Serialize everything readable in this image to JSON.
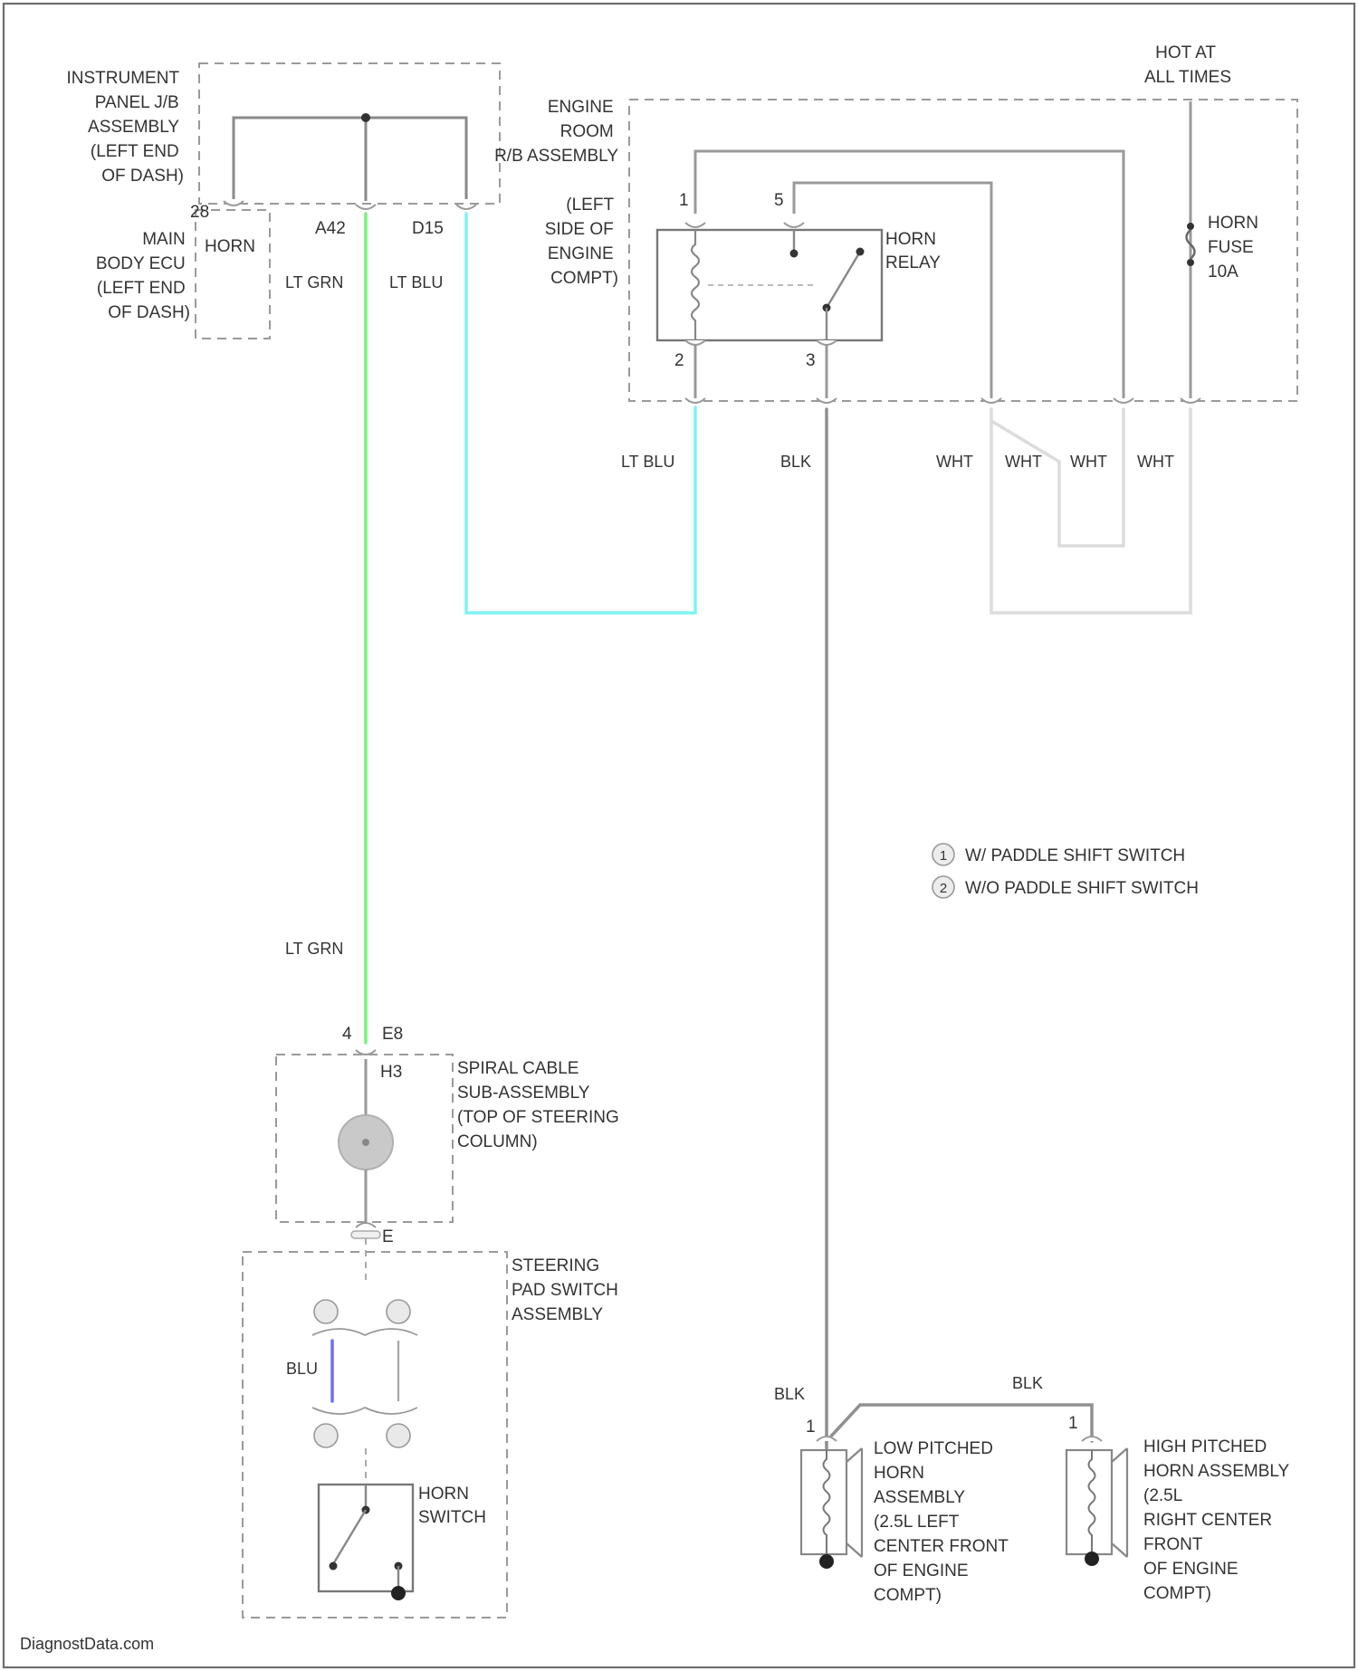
{
  "colors": {
    "lt_grn": "#7cf07c",
    "lt_blu": "#7ff3f3",
    "blk": "#909090",
    "wht": "#dcdcdc",
    "blu": "#6f6ff5",
    "outline": "#777777"
  },
  "labels": {
    "instrument_panel": [
      "INSTRUMENT",
      "PANEL J/B",
      "ASSEMBLY",
      "(LEFT END",
      "OF DASH)"
    ],
    "main_body_ecu": [
      "MAIN",
      "BODY ECU",
      "(LEFT END",
      "OF DASH)"
    ],
    "horn_tag": "HORN",
    "engine_room_rb": [
      "ENGINE",
      "ROOM",
      "R/B ASSEMBLY"
    ],
    "engine_room_location": [
      "(LEFT",
      "SIDE OF",
      "ENGINE",
      "COMPT)"
    ],
    "hot_at_all_times": [
      "HOT AT",
      "ALL TIMES"
    ],
    "horn_relay": [
      "HORN",
      "RELAY"
    ],
    "horn_fuse": [
      "HORN",
      "FUSE",
      "10A"
    ],
    "spiral_cable": [
      "SPIRAL CABLE",
      "SUB-ASSEMBLY",
      "(TOP OF STEERING",
      "COLUMN)"
    ],
    "steering_pad": [
      "STEERING",
      "PAD SWITCH",
      "ASSEMBLY"
    ],
    "horn_switch": [
      "HORN",
      "SWITCH"
    ],
    "low_pitched_horn": [
      "LOW PITCHED",
      "HORN",
      "ASSEMBLY",
      "(2.5L LEFT",
      "CENTER FRONT",
      "OF ENGINE",
      "COMPT)"
    ],
    "high_pitched_horn": [
      "HIGH PITCHED",
      "HORN ASSEMBLY",
      "(2.5L",
      "RIGHT CENTER",
      "FRONT",
      "OF ENGINE",
      "COMPT)"
    ]
  },
  "pins": {
    "ecu_pin": "28",
    "a42": "A42",
    "d15": "D15",
    "relay_1": "1",
    "relay_5": "5",
    "relay_2": "2",
    "relay_3": "3",
    "spiral_4": "4",
    "spiral_e8": "E8",
    "spiral_h3": "H3",
    "spiral_e": "E",
    "horn_low_1": "1",
    "horn_high_1": "1"
  },
  "wire_labels": {
    "lt_grn": "LT GRN",
    "lt_blu": "LT BLU",
    "blk": "BLK",
    "wht": "WHT",
    "blu": "BLU"
  },
  "legend": [
    {
      "symbol": "1",
      "text": "W/ PADDLE SHIFT SWITCH"
    },
    {
      "symbol": "2",
      "text": "W/O PADDLE SHIFT SWITCH"
    }
  ],
  "watermark": "DiagnostData.com"
}
